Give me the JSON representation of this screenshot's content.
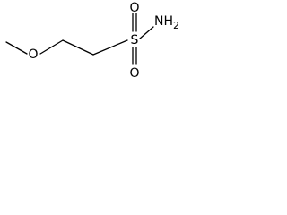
{
  "molecule": {
    "atoms": {
      "ether_oxygen": "O",
      "sulfur": "S",
      "sulfonyl_oxygen_top": "O",
      "sulfonyl_oxygen_bottom": "O",
      "amine": "NH",
      "amine_subscript": "2"
    },
    "colors": {
      "bond": "#000000",
      "label": "#000000",
      "background": "#ffffff"
    }
  }
}
